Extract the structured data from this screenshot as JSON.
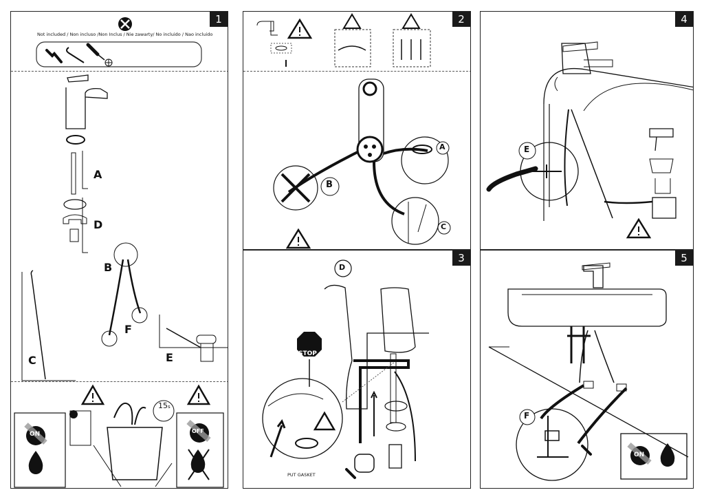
{
  "panels": {
    "p1": {
      "number": "1",
      "not_included": "Not included / Non incluso /Non Inclus / Nie zawarty/ No incluido / Nao incluido",
      "labels": {
        "a": "A",
        "d": "D",
        "b": "B",
        "f": "F",
        "c": "C",
        "e": "E"
      },
      "on": "ON",
      "off": "OFF",
      "timer": "15",
      "timer_unit": "s"
    },
    "p2": {
      "number": "2",
      "labels": {
        "a": "A",
        "b": "B",
        "c": "C"
      }
    },
    "p3": {
      "number": "3",
      "labels": {
        "d": "D"
      },
      "stop": "STOP",
      "put_gasket": "PUT GASKET"
    },
    "p4": {
      "number": "4",
      "labels": {
        "e": "E"
      }
    },
    "p5": {
      "number": "5",
      "labels": {
        "f": "F"
      },
      "on": "ON"
    }
  }
}
